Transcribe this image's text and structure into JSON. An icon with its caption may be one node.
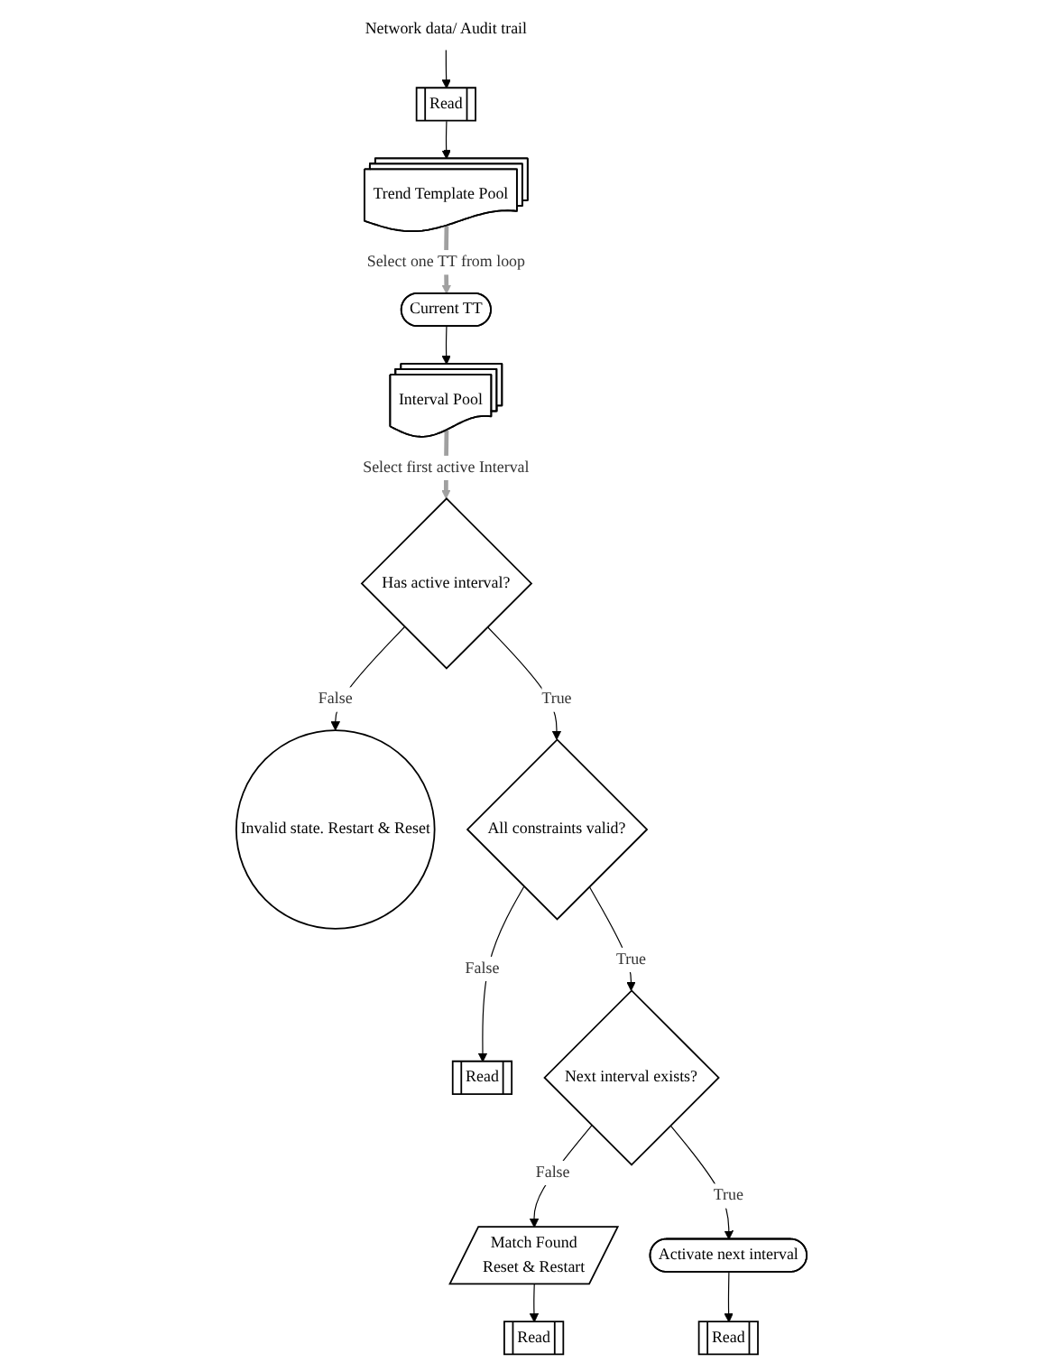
{
  "diagram": {
    "nodes": [
      {
        "text": [
          "Network data/ Audit trail"
        ]
      },
      {
        "text": [
          "Read"
        ]
      },
      {
        "text": [
          "Trend Template Pool"
        ]
      },
      {
        "text": [
          "Current TT"
        ]
      },
      {
        "text": [
          "Interval Pool"
        ]
      },
      {
        "text": [
          "Has active interval?"
        ]
      },
      {
        "text": [
          "Invalid state. Restart & Reset"
        ]
      },
      {
        "text": [
          "All constraints valid?"
        ]
      },
      {
        "text": [
          "Read"
        ]
      },
      {
        "text": [
          "Next interval exists?"
        ]
      },
      {
        "text": [
          "Match Found",
          "Reset & Restart"
        ]
      },
      {
        "text": [
          "Activate next interval"
        ]
      },
      {
        "text": [
          "Read"
        ]
      },
      {
        "text": [
          "Read"
        ]
      }
    ],
    "edges": [
      {
        "from": 0,
        "to": 1,
        "arrow": "to"
      },
      {
        "from": 1,
        "to": 2,
        "arrow": "to"
      },
      {
        "from": 2,
        "to": 3,
        "arrow": "to",
        "label": "Select one TT from loop",
        "style": "thick",
        "color": "#a0a0a0"
      },
      {
        "from": 3,
        "to": 4,
        "arrow": "to"
      },
      {
        "from": 4,
        "to": 5,
        "arrow": "to",
        "label": "Select first active Interval",
        "style": "thick",
        "color": "#a0a0a0"
      },
      {
        "from": 5,
        "to": 6,
        "arrow": "to",
        "label": "False"
      },
      {
        "from": 5,
        "to": 7,
        "arrow": "to",
        "label": "True"
      },
      {
        "from": 7,
        "to": 8,
        "arrow": "to",
        "label": "False"
      },
      {
        "from": 7,
        "to": 9,
        "arrow": "to",
        "label": "True"
      },
      {
        "from": 9,
        "to": 10,
        "arrow": "to",
        "label": "False"
      },
      {
        "from": 9,
        "to": 11,
        "arrow": "to",
        "label": "True"
      },
      {
        "from": 10,
        "to": 12,
        "arrow": "to"
      },
      {
        "from": 11,
        "to": 13,
        "arrow": "to"
      }
    ]
  }
}
